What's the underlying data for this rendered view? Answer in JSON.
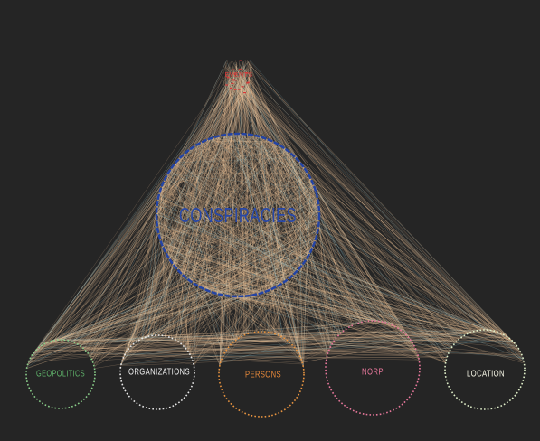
{
  "diagram": {
    "background": "#252525",
    "edge_color": "#f3c79a",
    "edge_color_alt": "#9fd6e0",
    "hub": {
      "label": "EVENTS",
      "color": "#d83838"
    },
    "clusters": [
      {
        "id": "conspiracies",
        "label": "CONSPIRACIES",
        "color": "#2444a4",
        "text_color": "#2848a8"
      },
      {
        "id": "geopolitics",
        "label": "GEOPOLITICS",
        "color": "#8bcf8b",
        "text_color": "#5fb36a"
      },
      {
        "id": "organizations",
        "label": "ORGANIZATIONS",
        "color": "#e8e8e8",
        "text_color": "#f0f0f0"
      },
      {
        "id": "persons",
        "label": "PERSONS",
        "color": "#e89440",
        "text_color": "#e8893a"
      },
      {
        "id": "norp",
        "label": "NORP",
        "color": "#e8789c",
        "text_color": "#e8789c"
      },
      {
        "id": "location",
        "label": "LOCATION",
        "color": "#dfeec8",
        "text_color": "#f6f6e6"
      }
    ]
  }
}
